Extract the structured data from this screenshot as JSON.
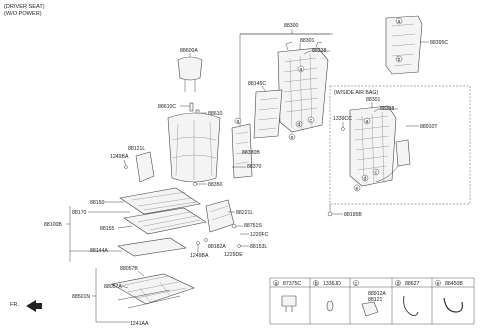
{
  "header": {
    "line1": "(DRIVER SEAT)",
    "line2": "(W/O POWER)"
  },
  "parts": {
    "p88300": "88300",
    "p88301": "88301",
    "p88338": "88338",
    "p88395C": "88395C",
    "p88600A": "88600A",
    "p88610C": "88610C",
    "p88610": "88610",
    "p88145C": "88145C",
    "p88121L": "88121L",
    "p1249BA": "1249BA",
    "p88380B": "88380B",
    "p88370": "88370",
    "p88350": "88350",
    "p88150": "88150",
    "p88170": "88170",
    "p88100B": "88100B",
    "p88155": "88155",
    "p88221L": "88221L",
    "p88751S": "88751S",
    "p1220FC": "1220FC",
    "p88153L": "88153L",
    "p88182A": "88182A",
    "p1229DE": "1229DE",
    "p1249BA2": "1249BA",
    "p88144A": "88144A",
    "p88057B": "88057B",
    "p88057A": "88057A",
    "p88501N": "88501N",
    "p1241AA": "1241AA",
    "p88195B": "88195B",
    "sab_title": "(W/SIDE AIR BAG)",
    "sab88301": "88301",
    "sab88338": "88338",
    "sab1339CC": "1339CC",
    "sab88910T": "88910T"
  },
  "callouts": {
    "a": "a",
    "b": "b",
    "c": "c",
    "d": "d",
    "e": "e"
  },
  "legend": {
    "a": {
      "letter": "a",
      "part": "87375C"
    },
    "b": {
      "letter": "b",
      "part": "1336JD"
    },
    "c": {
      "letter": "c",
      "parts": [
        "88912A",
        "88121"
      ]
    },
    "d": {
      "letter": "d",
      "part": "88627"
    },
    "e": {
      "letter": "e",
      "part": "88450B"
    }
  },
  "front_marker": "FR."
}
